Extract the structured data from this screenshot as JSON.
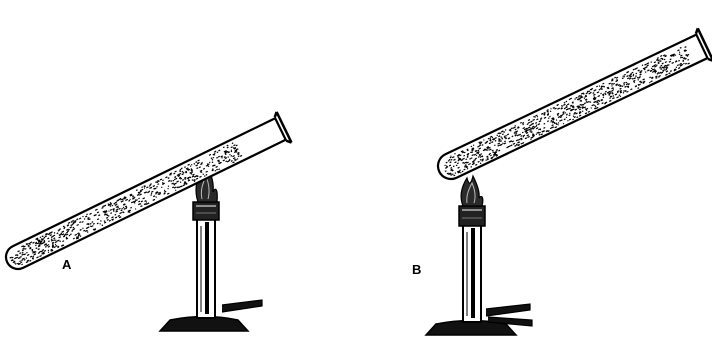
{
  "figure": {
    "panels": [
      {
        "label": "A",
        "tube_fill": "partial"
      },
      {
        "label": "B",
        "tube_fill": "full"
      }
    ],
    "colors": {
      "ink": "#000000",
      "paper": "#ffffff"
    }
  }
}
